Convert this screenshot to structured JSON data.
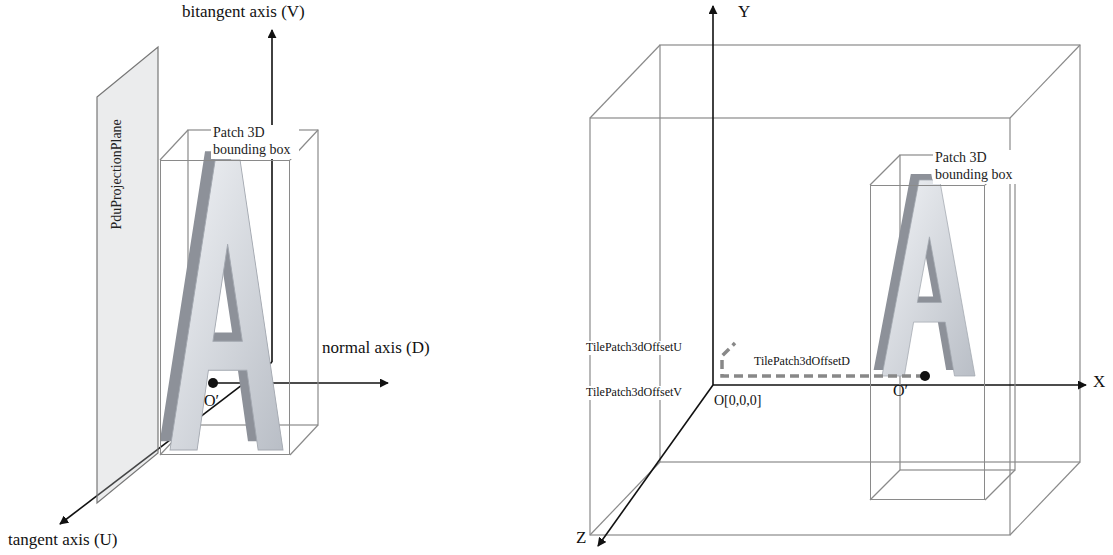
{
  "diagram": {
    "nodes": [
      {
        "text": [
          "PduProjectionPlane"
        ]
      },
      {
        "text": [
          "Patch 3D bounding box"
        ]
      },
      {
        "text": [
          "Patch 3D bounding box"
        ]
      }
    ],
    "labels": [
      "bitangent axis (V)",
      "normal axis (D)",
      "O′",
      "tangent axis (U)",
      "Y",
      "X",
      "Z",
      "O[0,0,0]",
      "TilePatch3dOffsetU",
      "TilePatch3dOffsetV",
      "TilePatch3dOffsetD",
      "O′"
    ]
  }
}
